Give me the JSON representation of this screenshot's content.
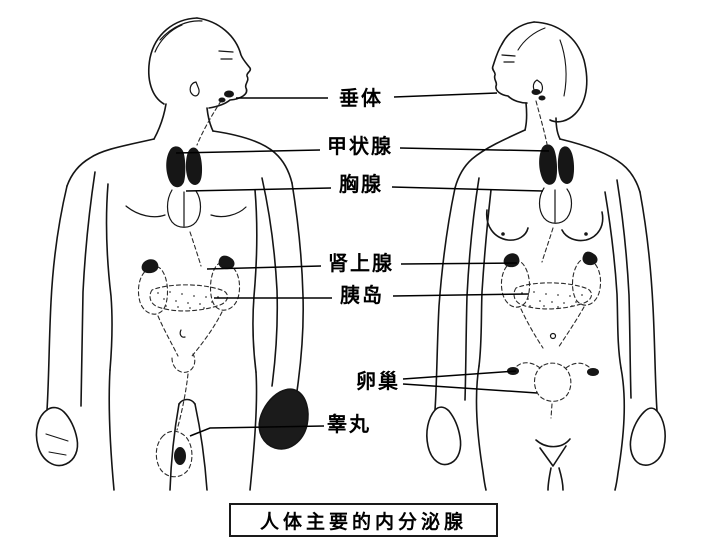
{
  "diagram": {
    "title": "人体主要的内分泌腺",
    "labels": [
      {
        "id": "pituitary",
        "text": "垂体"
      },
      {
        "id": "thyroid",
        "text": "甲状腺"
      },
      {
        "id": "thymus",
        "text": "胸腺"
      },
      {
        "id": "adrenal",
        "text": "肾上腺"
      },
      {
        "id": "islet",
        "text": "胰岛"
      },
      {
        "id": "ovary",
        "text": "卵巢"
      },
      {
        "id": "testis",
        "text": "睾丸"
      }
    ]
  }
}
